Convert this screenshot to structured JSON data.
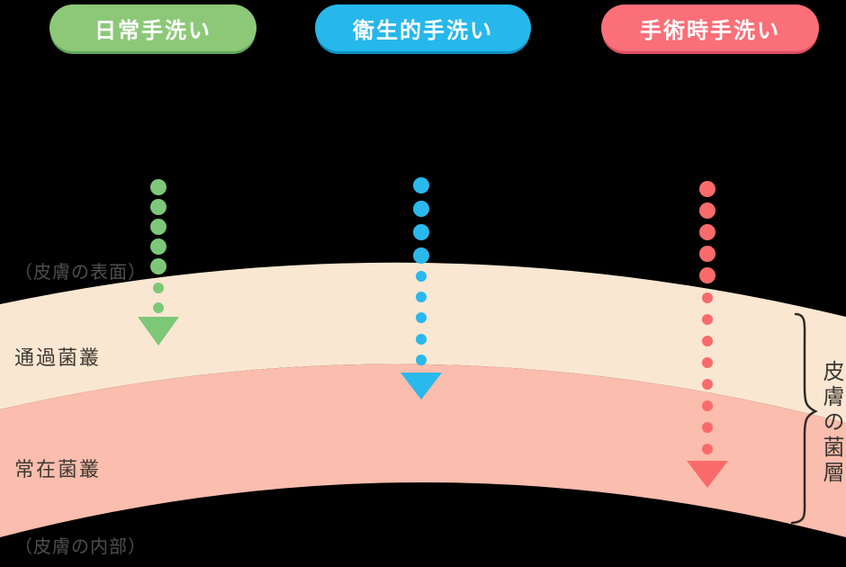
{
  "diagram_title": "hand-washing-levels-vs-skin-flora-depth",
  "pills": [
    {
      "id": "daily",
      "label": "日常手洗い",
      "color": "#8CC878",
      "shadow": "#5fa75c"
    },
    {
      "id": "hygienic",
      "label": "衛生的手洗い",
      "color": "#26B7EB",
      "shadow": "#0d90c2"
    },
    {
      "id": "surgical",
      "label": "手術時手洗い",
      "color": "#FA6F78",
      "shadow": "#dd4f5e"
    }
  ],
  "labels": {
    "surface": "（皮膚の表面）",
    "inner": "（皮膚の内部）",
    "transient_layer": "通過菌叢",
    "resident_layer": "常在菌叢",
    "brace": "皮膚の菌層"
  },
  "layers": {
    "transient_color": "#FAE7D2",
    "resident_color": "#FBBDAD"
  },
  "arrows": [
    {
      "name": "daily-arrow",
      "color": "#7CC878",
      "reaches": "通過菌叢"
    },
    {
      "name": "hygienic-arrow",
      "color": "#29B9EC",
      "reaches": "通過菌叢/常在菌叢境界"
    },
    {
      "name": "surgical-arrow",
      "color": "#F96B6B",
      "reaches": "常在菌叢"
    }
  ],
  "brace_stroke": "#2e2b27"
}
